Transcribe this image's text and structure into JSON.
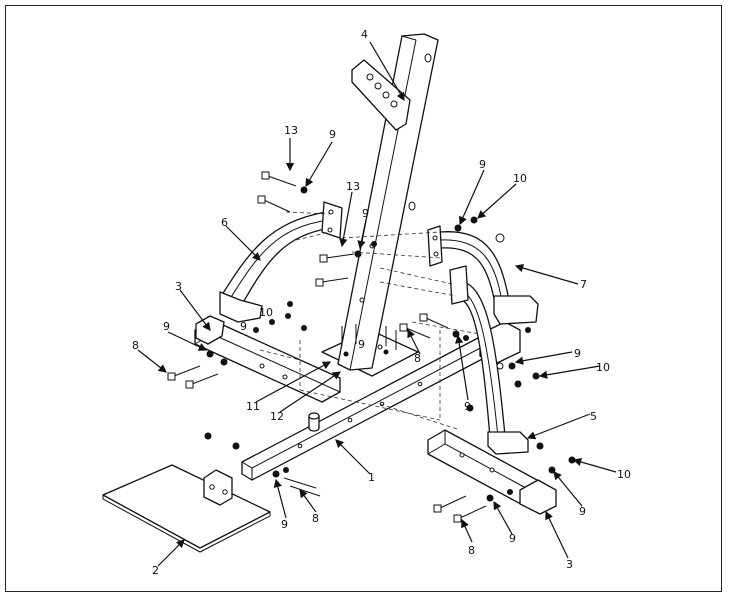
{
  "callouts": {
    "c1": "1",
    "c2": "2",
    "c3a": "3",
    "c3b": "3",
    "c4": "4",
    "c5": "5",
    "c6": "6",
    "c7": "7",
    "c8a": "8",
    "c8b": "8",
    "c8c": "8",
    "c8d": "8",
    "c9a": "9",
    "c9b": "9",
    "c9c": "9",
    "c9d": "9",
    "c9e": "9",
    "c9f": "9",
    "c9g": "9",
    "c9h": "9",
    "c9i": "9",
    "c9j": "9",
    "c9k": "9",
    "c10a": "10",
    "c10b": "10",
    "c10c": "10",
    "c10d": "10",
    "c11": "11",
    "c12": "12",
    "c13a": "13",
    "c13b": "13"
  },
  "colors": {
    "line": "#111111",
    "background": "#ffffff"
  }
}
